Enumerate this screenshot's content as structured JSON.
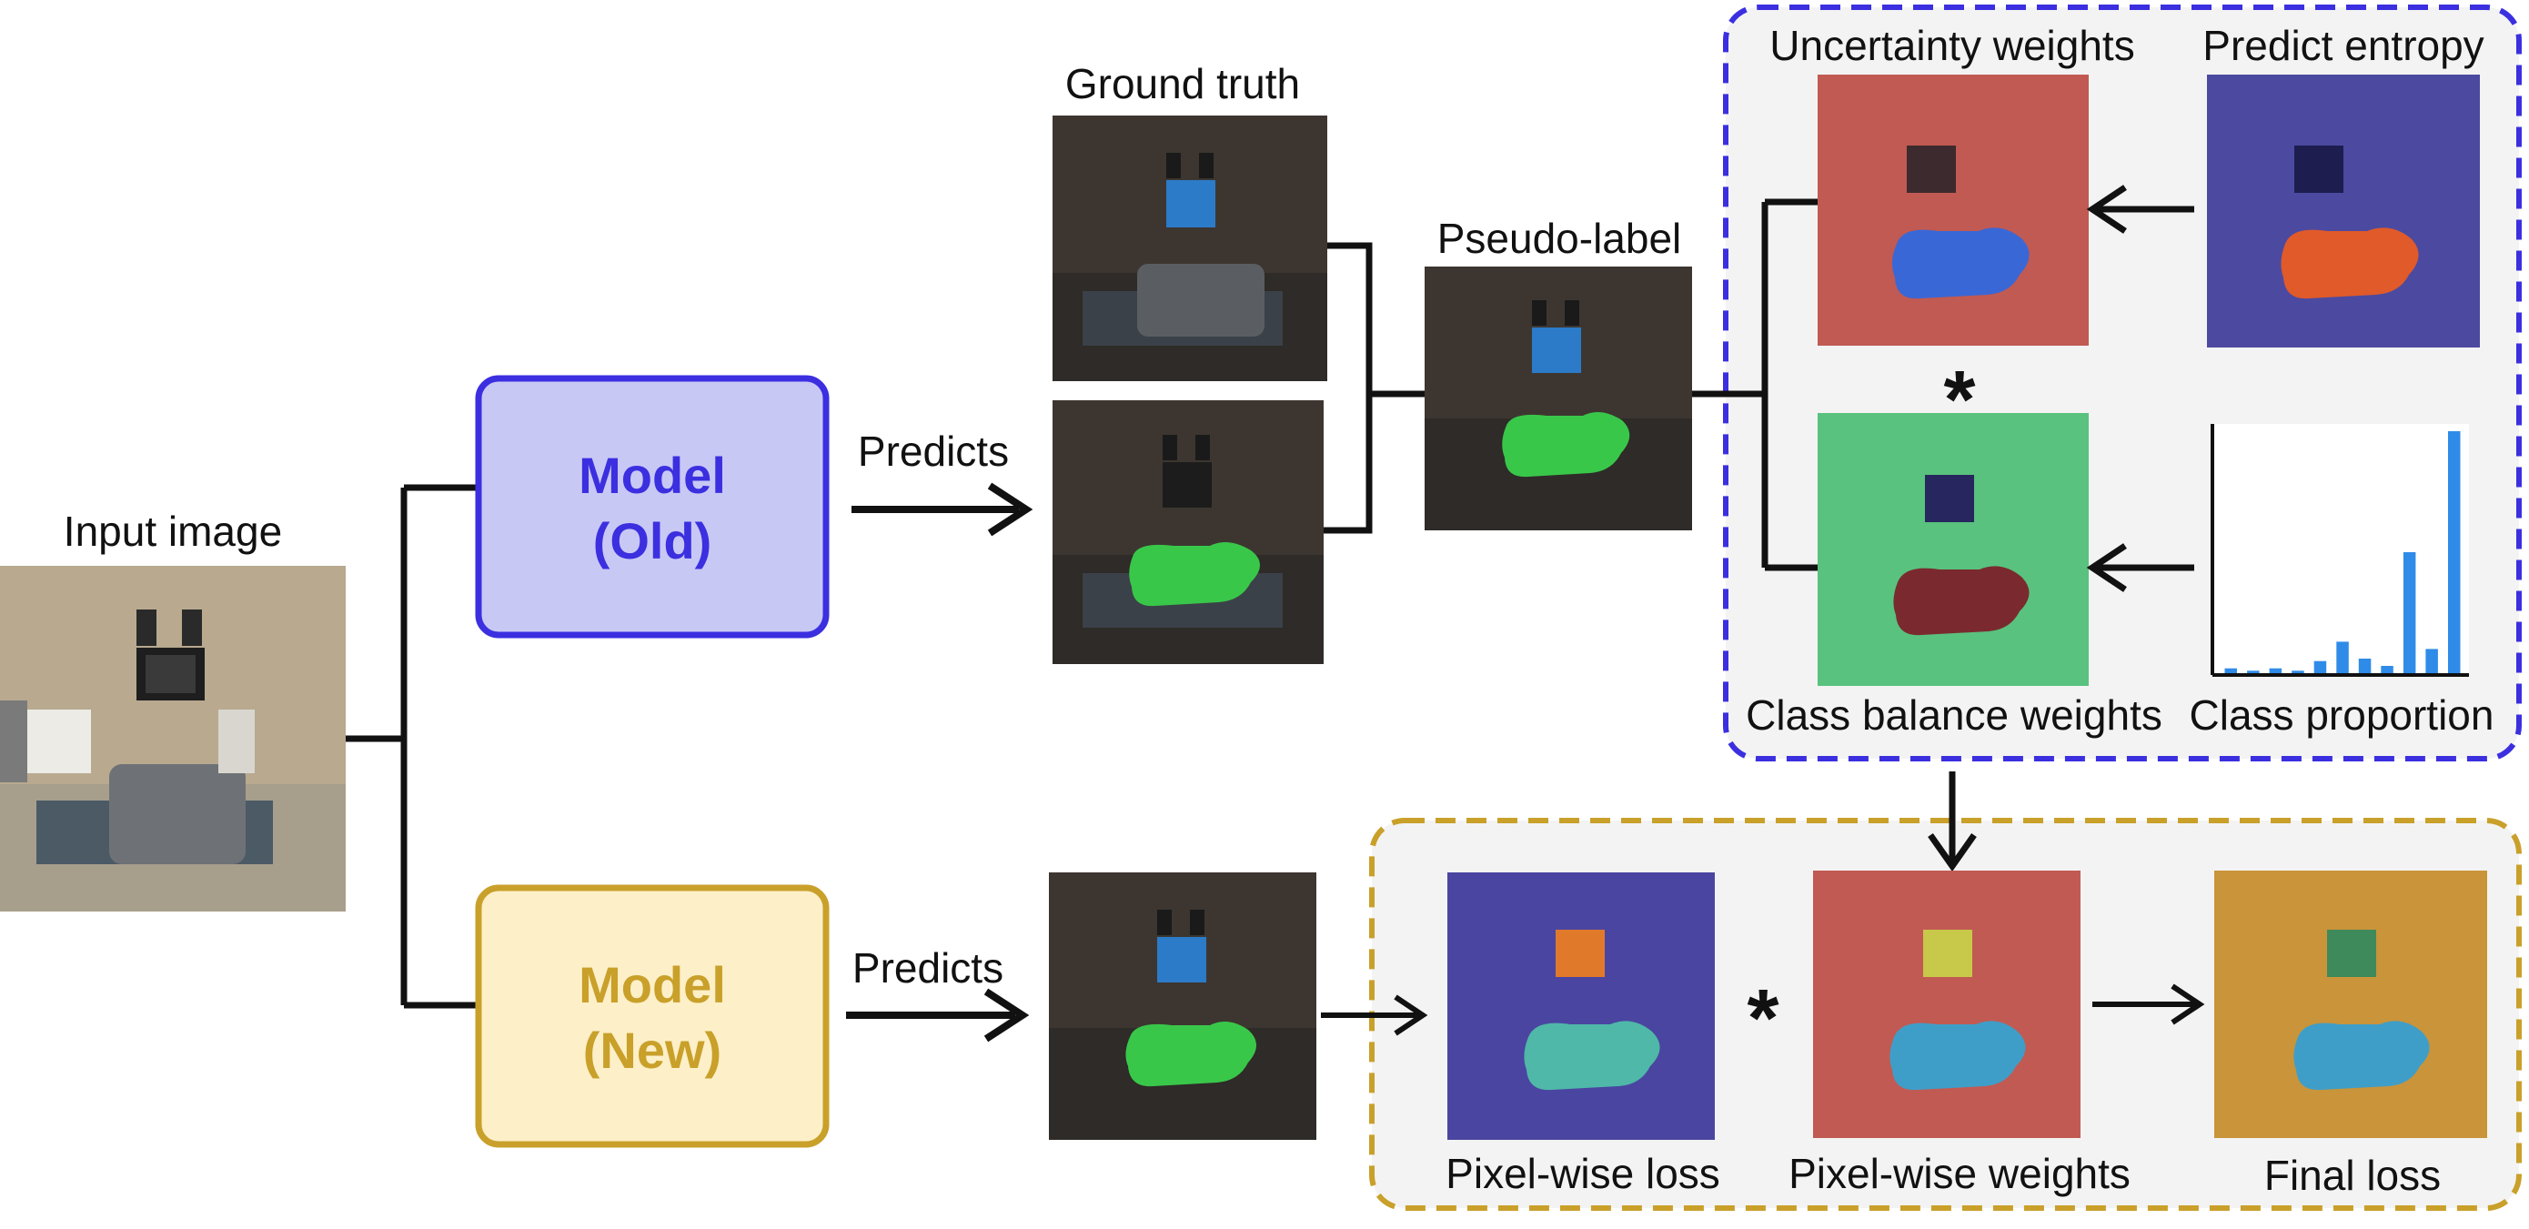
{
  "labels": {
    "input_image": "Input image",
    "ground_truth": "Ground truth",
    "pseudo_label": "Pseudo-label",
    "uncertainty_weights": "Uncertainty weights",
    "predict_entropy": "Predict entropy",
    "class_balance_weights": "Class balance weights",
    "class_proportion": "Class proportion",
    "pixel_wise_loss": "Pixel-wise loss",
    "pixel_wise_weights": "Pixel-wise weights",
    "final_loss": "Final loss",
    "predicts_old": "Predicts",
    "predicts_new": "Predicts",
    "multiply_top": "*",
    "multiply_bottom": "*"
  },
  "models": {
    "old": {
      "line1": "Model",
      "line2": "(Old)"
    },
    "new": {
      "line1": "Model",
      "line2": "(New)"
    }
  },
  "colors": {
    "old_model_fill": "#c8c8f5",
    "old_model_border": "#3b2fe0",
    "new_model_fill": "#fdf0c8",
    "new_model_border": "#c9a02a",
    "old_group_border": "#3b2fe0",
    "new_group_border": "#c9a02a",
    "group_fill": "#f3f3f3",
    "bar_color": "#2f8be8"
  },
  "class_proportion_bars": [
    0.02,
    0.01,
    0.02,
    0.01,
    0.05,
    0.13,
    0.06,
    0.03,
    0.5,
    0.1,
    1.0
  ]
}
